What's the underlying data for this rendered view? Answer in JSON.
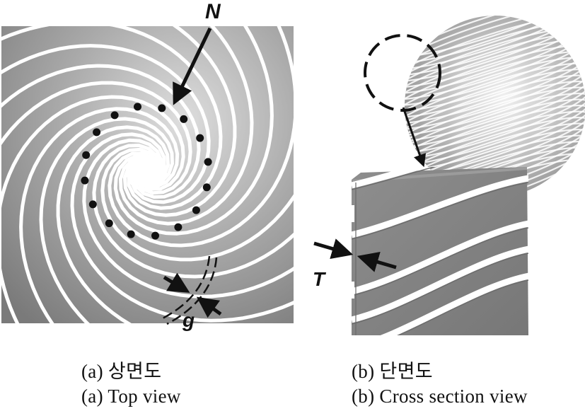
{
  "labels": {
    "n": "N",
    "g": "g",
    "t": "T"
  },
  "captions": {
    "a_ko": "(a)  상면도",
    "a_en": "(a)  Top view",
    "b_ko": "(b)  단면도",
    "b_en": "(b)  Cross section view"
  },
  "colors": {
    "plate_light": "#d6d6d6",
    "plate_dark": "#7c7c7c",
    "slot": "#ffffff",
    "arrow": "#111111"
  }
}
